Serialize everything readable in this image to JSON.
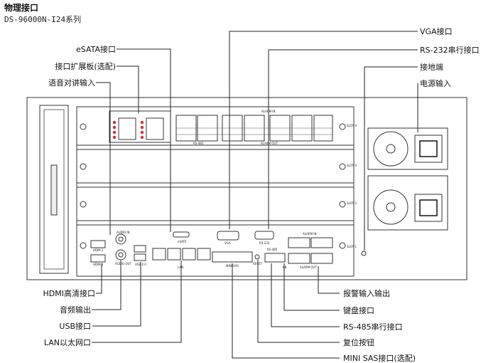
{
  "header": {
    "title": "物理接口",
    "model": "DS-96000N-I24系列"
  },
  "callouts": {
    "vga": "VGA接口",
    "rs232": "RS-232串行接口",
    "ground": "接地端",
    "power": "电源输入",
    "esata": "eSATA接口",
    "expansion": "接口扩展板(选配)",
    "audio_in": "语音对讲输入",
    "hdmi": "HDMI高清接口",
    "audio_out": "音频输出",
    "usb": "USB接口",
    "lan": "LAN以太网口",
    "alarm_io": "报警输入输出",
    "keyboard": "键盘接口",
    "rs485": "RS-485串行接口",
    "reset": "复位按钮",
    "mini_sas": "MINI SAS接口(选配)"
  },
  "panel_text": {
    "slot4": "SLOT 4",
    "slot3": "SLOT 3",
    "slot2": "SLOT 2",
    "slot1": "SLOT 1",
    "alarm_in_top": "ALARM IN",
    "alarm_out_top": "ALARM OUT",
    "rs485_top": "RS-485",
    "audio_in": "AUDIO IN",
    "audio_out": "AUDIO OUT",
    "esata": "eSATA",
    "vga": "VGA",
    "rs232": "RS-232",
    "alarm_in": "ALARM IN",
    "alarm_out": "ALARM OUT",
    "hdmi2": "HDMI 2",
    "hdmi1": "HDMI 1",
    "usb": "USB 2.0",
    "lan": "LAN",
    "mini_sas": "MINI SAS",
    "reset": "RESET",
    "rs485": "RS-485",
    "kb": "KB"
  }
}
